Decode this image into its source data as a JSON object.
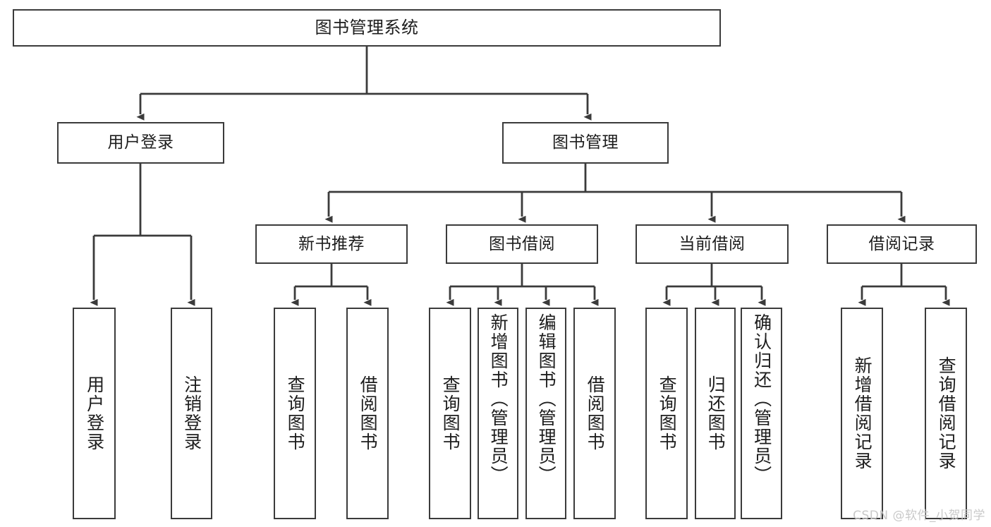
{
  "diagram": {
    "title": "图书管理系统",
    "type": "tree",
    "root": {
      "label": "图书管理系统"
    },
    "level2": [
      {
        "id": "user-login",
        "label": "用户登录"
      },
      {
        "id": "book-management",
        "label": "图书管理"
      }
    ],
    "level3": [
      {
        "id": "new-book-recommend",
        "label": "新书推荐",
        "parent": "book-management"
      },
      {
        "id": "book-borrow",
        "label": "图书借阅",
        "parent": "book-management"
      },
      {
        "id": "current-borrow",
        "label": "当前借阅",
        "parent": "book-management"
      },
      {
        "id": "borrow-record",
        "label": "借阅记录",
        "parent": "book-management"
      }
    ],
    "leaves": [
      {
        "id": "leaf-user-login",
        "label": "用户登录",
        "parent": "user-login"
      },
      {
        "id": "leaf-user-logout",
        "label": "注销登录",
        "parent": "user-login"
      },
      {
        "id": "leaf-query-book-1",
        "label": "查询图书",
        "parent": "new-book-recommend"
      },
      {
        "id": "leaf-borrow-book-1",
        "label": "借阅图书",
        "parent": "new-book-recommend"
      },
      {
        "id": "leaf-query-book-2",
        "label": "查询图书",
        "parent": "book-borrow"
      },
      {
        "id": "leaf-add-book",
        "label": "新增图书（管理员）",
        "parent": "book-borrow"
      },
      {
        "id": "leaf-edit-book",
        "label": "编辑图书（管理员）",
        "parent": "book-borrow"
      },
      {
        "id": "leaf-borrow-book-2",
        "label": "借阅图书",
        "parent": "book-borrow"
      },
      {
        "id": "leaf-query-book-3",
        "label": "查询图书",
        "parent": "current-borrow"
      },
      {
        "id": "leaf-return-book",
        "label": "归还图书",
        "parent": "current-borrow"
      },
      {
        "id": "leaf-confirm-return",
        "label": "确认归还（管理员）",
        "parent": "current-borrow"
      },
      {
        "id": "leaf-add-record",
        "label": "新增借阅记录",
        "parent": "borrow-record"
      },
      {
        "id": "leaf-query-record",
        "label": "查询借阅记录",
        "parent": "borrow-record"
      }
    ],
    "colors": {
      "stroke": "#3b3b3b",
      "fill": "#ffffff",
      "text": "#1d1d1d",
      "watermark": "#c9c9c9"
    }
  },
  "watermark": {
    "text": "CSDN @软件_小贺同学"
  }
}
